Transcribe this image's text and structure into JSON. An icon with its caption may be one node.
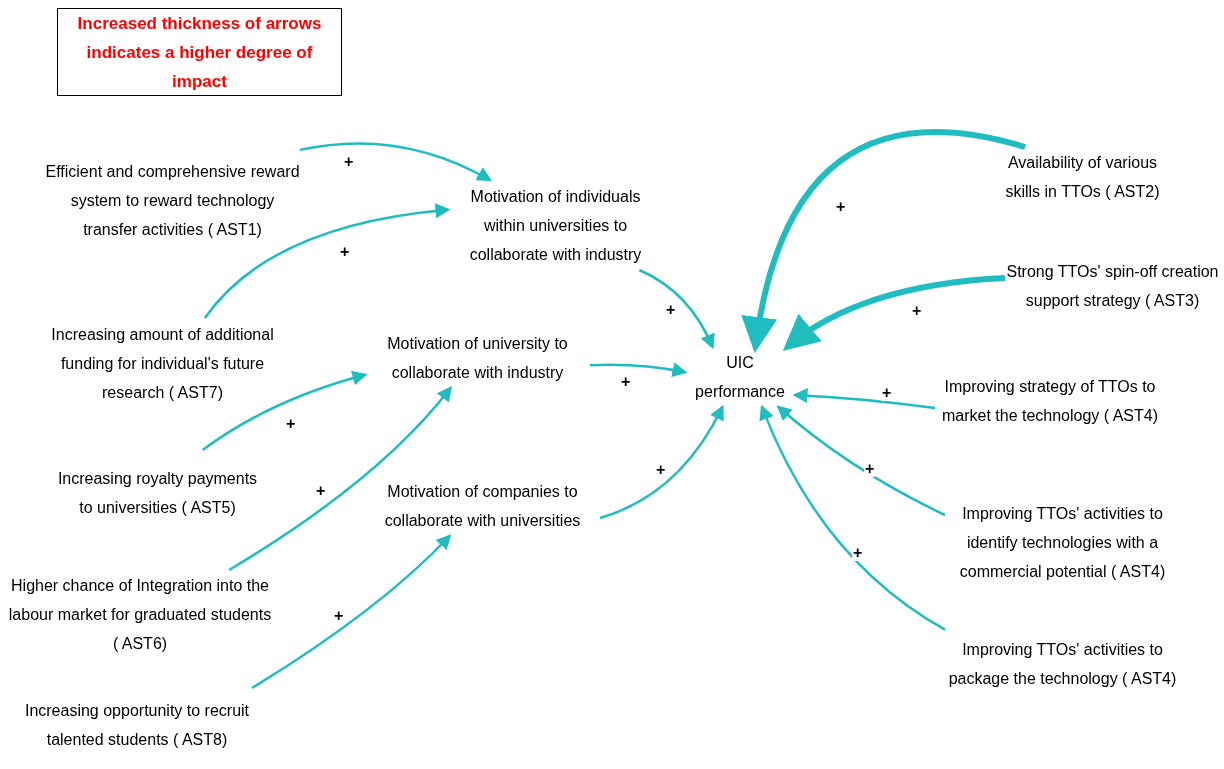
{
  "diagram": {
    "nodes": [
      {
        "text": [
          "Increased thickness of arrows indicates a higher degree of impact"
        ]
      },
      {
        "text": [
          "Efficient and comprehensive reward system to reward technology transfer activities ( AST1)"
        ]
      },
      {
        "text": [
          "Motivation of individuals within universities to collaborate with industry"
        ]
      },
      {
        "text": [
          "Increasing amount of additional funding for individual's future research ( AST7)"
        ]
      },
      {
        "text": [
          "Motivation of university to collaborate with industry"
        ]
      },
      {
        "text": [
          "Increasing royalty payments to universities ( AST5)"
        ]
      },
      {
        "text": [
          "Motivation of companies to collaborate with universities"
        ]
      },
      {
        "text": [
          "Higher chance of Integration into the labour market for graduated students ( AST6)"
        ]
      },
      {
        "text": [
          "Increasing opportunity to recruit talented students ( AST8)"
        ]
      },
      {
        "text": [
          "UIC performance"
        ]
      },
      {
        "text": [
          "Availability of various skills in TTOs ( AST2)"
        ]
      },
      {
        "text": [
          "Strong TTOs' spin-off creation support strategy ( AST3)"
        ]
      },
      {
        "text": [
          "Improving strategy of TTOs to market the technology ( AST4)"
        ]
      },
      {
        "text": [
          "Improving TTOs' activities to identify technologies with a commercial potential ( AST4)"
        ]
      },
      {
        "text": [
          "Improving TTOs' activities to package the technology ( AST4)"
        ]
      }
    ],
    "edges": [
      {
        "from": 1,
        "to": 2,
        "arrow": "to",
        "label": "+"
      },
      {
        "from": 3,
        "to": 2,
        "arrow": "to",
        "label": "+"
      },
      {
        "from": 5,
        "to": 4,
        "arrow": "to",
        "label": "+"
      },
      {
        "from": 7,
        "to": 4,
        "arrow": "to",
        "label": "+"
      },
      {
        "from": 8,
        "to": 6,
        "arrow": "to",
        "label": "+"
      },
      {
        "from": 2,
        "to": 9,
        "arrow": "to",
        "label": "+"
      },
      {
        "from": 4,
        "to": 9,
        "arrow": "to",
        "label": "+"
      },
      {
        "from": 6,
        "to": 9,
        "arrow": "to",
        "label": "+"
      },
      {
        "from": 10,
        "to": 9,
        "arrow": "to",
        "label": "+",
        "style": "thick"
      },
      {
        "from": 11,
        "to": 9,
        "arrow": "to",
        "label": "+",
        "style": "thick"
      },
      {
        "from": 12,
        "to": 9,
        "arrow": "to",
        "label": "+"
      },
      {
        "from": 13,
        "to": 9,
        "arrow": "to",
        "label": "+"
      },
      {
        "from": 14,
        "to": 9,
        "arrow": "to",
        "label": "+"
      }
    ]
  }
}
